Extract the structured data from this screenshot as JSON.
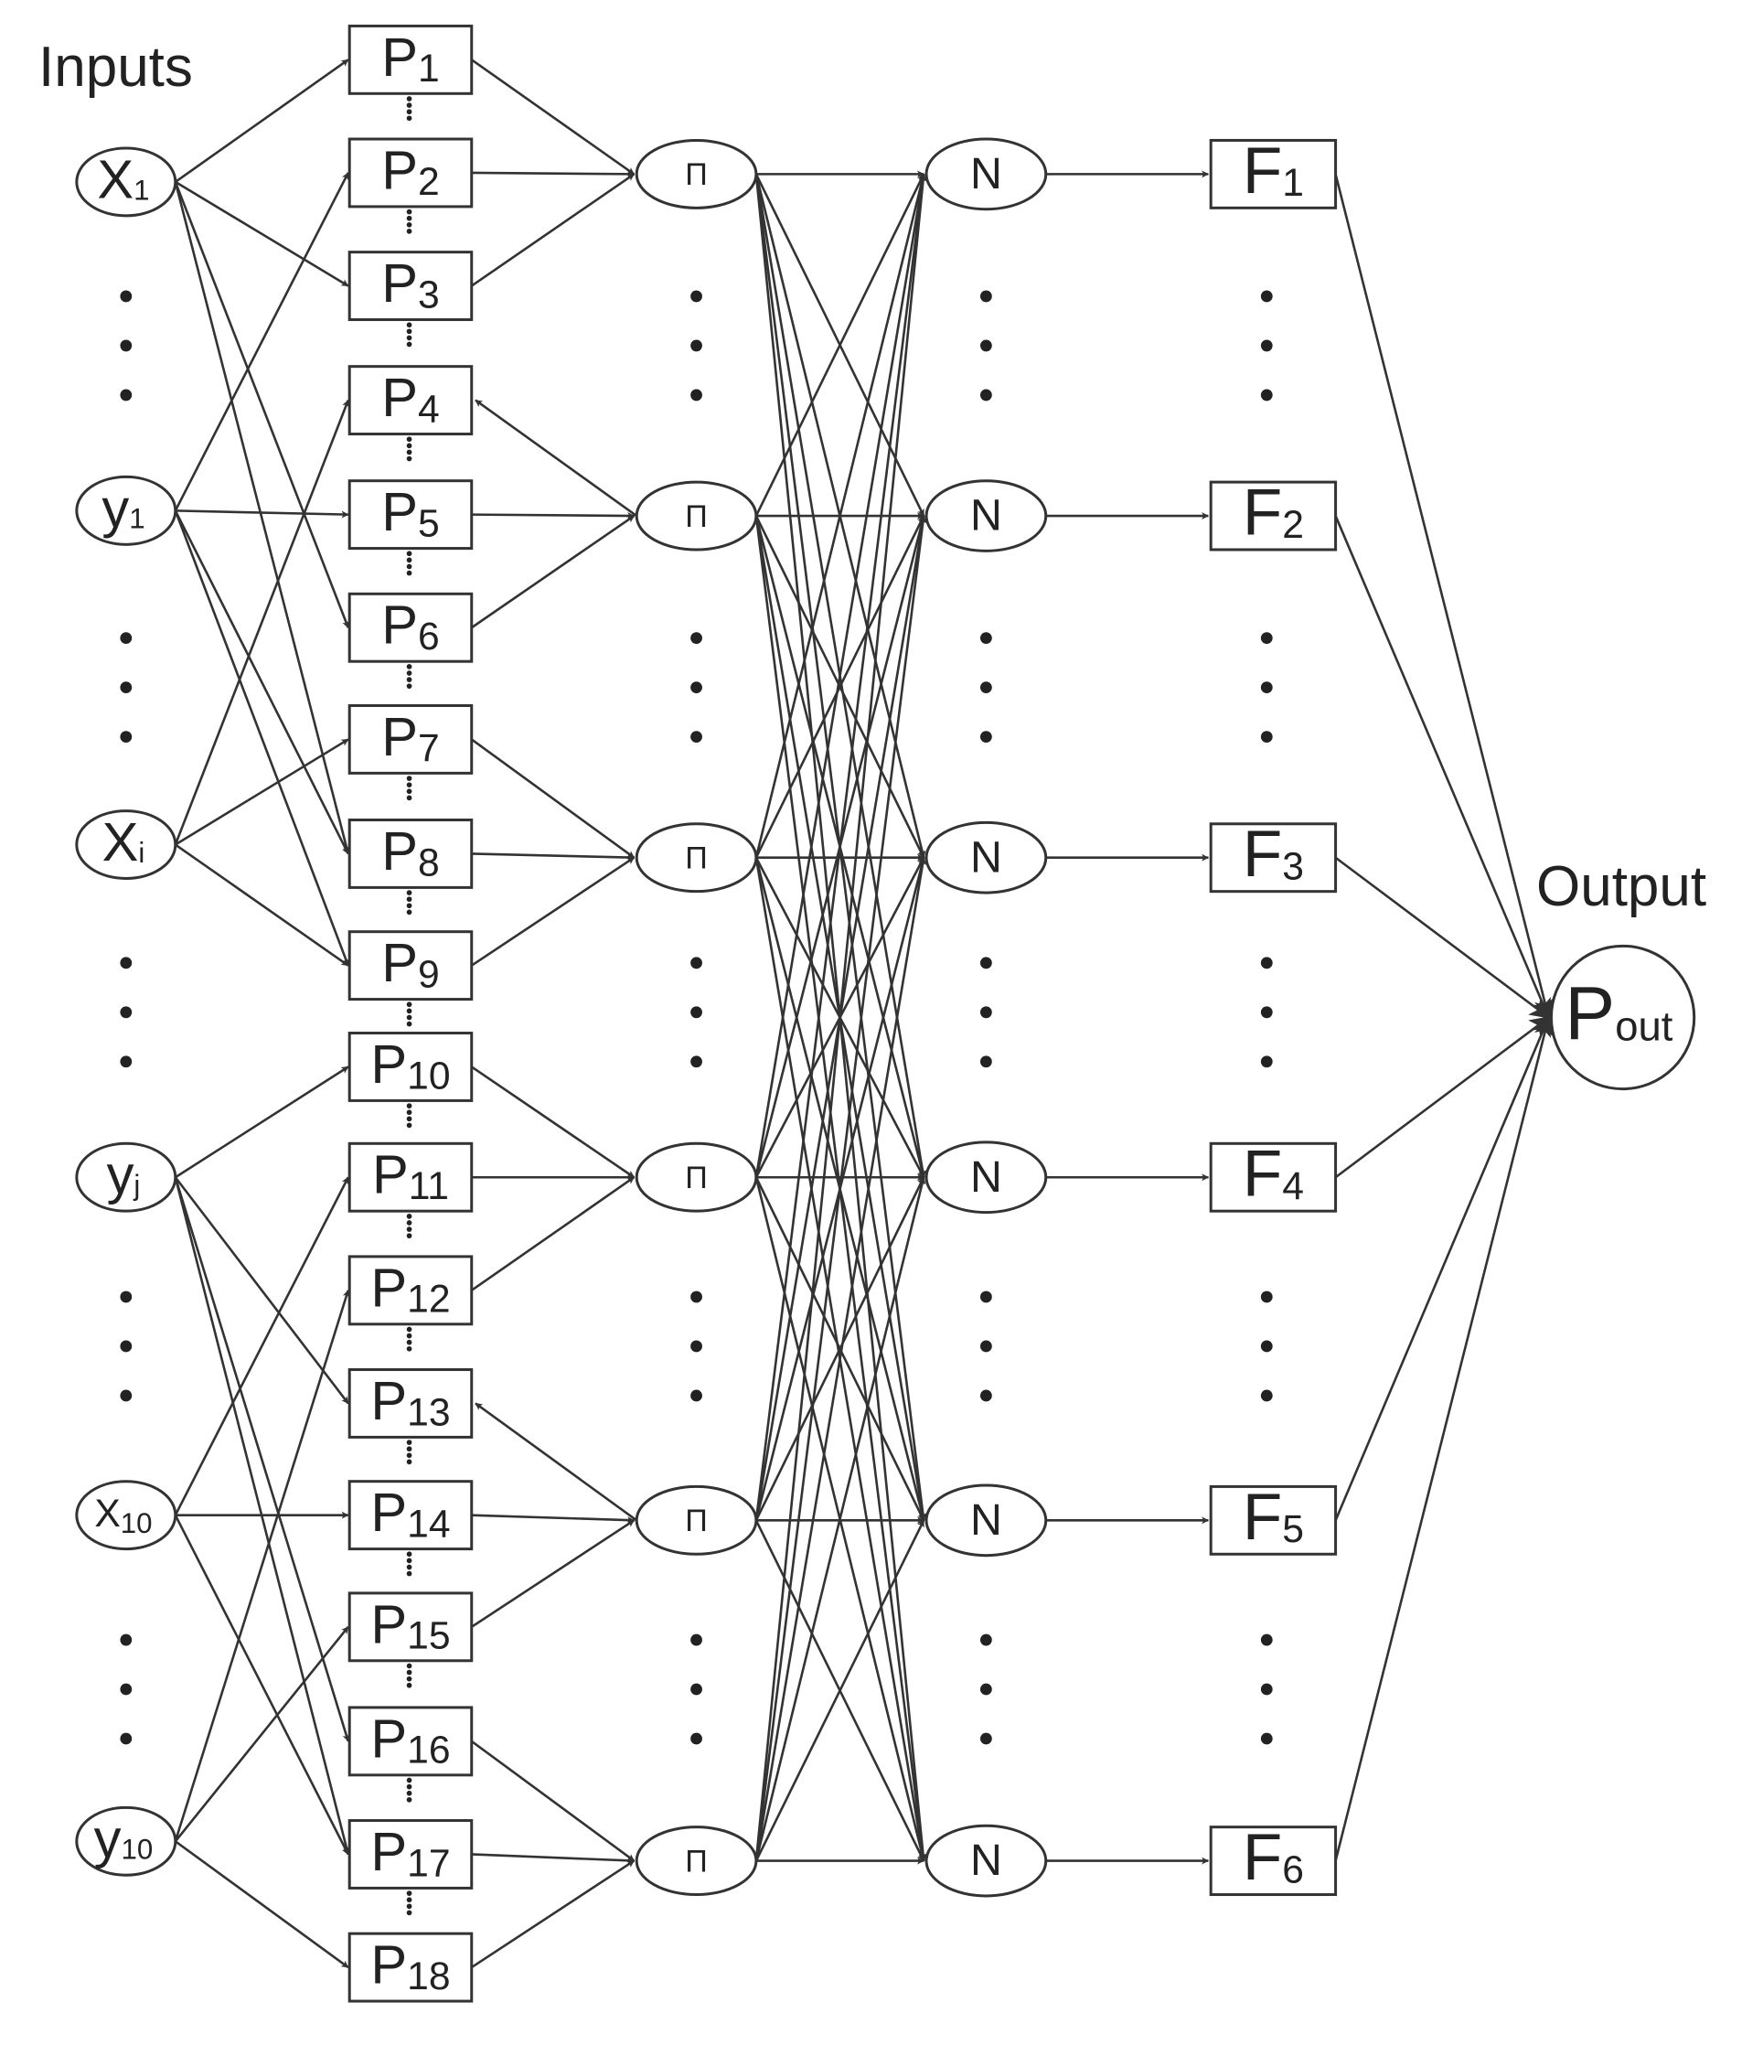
{
  "labels": {
    "inputs": "Inputs",
    "output": "Output"
  },
  "inputs": [
    {
      "id": "x1",
      "main": "X",
      "sub": "1"
    },
    {
      "id": "y1",
      "main": "y",
      "sub": "1"
    },
    {
      "id": "xi",
      "main": "X",
      "sub": "i"
    },
    {
      "id": "yj",
      "main": "y",
      "sub": "j"
    },
    {
      "id": "x10",
      "main": "X",
      "sub": "10"
    },
    {
      "id": "y10",
      "main": "y",
      "sub": "10"
    }
  ],
  "p_nodes": [
    {
      "main": "P",
      "sub": "1"
    },
    {
      "main": "P",
      "sub": "2"
    },
    {
      "main": "P",
      "sub": "3"
    },
    {
      "main": "P",
      "sub": "4"
    },
    {
      "main": "P",
      "sub": "5"
    },
    {
      "main": "P",
      "sub": "6"
    },
    {
      "main": "P",
      "sub": "7"
    },
    {
      "main": "P",
      "sub": "8"
    },
    {
      "main": "P",
      "sub": "9"
    },
    {
      "main": "P",
      "sub": "10"
    },
    {
      "main": "P",
      "sub": "11"
    },
    {
      "main": "P",
      "sub": "12"
    },
    {
      "main": "P",
      "sub": "13"
    },
    {
      "main": "P",
      "sub": "14"
    },
    {
      "main": "P",
      "sub": "15"
    },
    {
      "main": "P",
      "sub": "16"
    },
    {
      "main": "P",
      "sub": "17"
    },
    {
      "main": "P",
      "sub": "18"
    }
  ],
  "pi_nodes": [
    "Π",
    "Π",
    "Π",
    "Π",
    "Π",
    "Π"
  ],
  "n_nodes": [
    "N",
    "N",
    "N",
    "N",
    "N",
    "N"
  ],
  "f_nodes": [
    {
      "main": "F",
      "sub": "1"
    },
    {
      "main": "F",
      "sub": "2"
    },
    {
      "main": "F",
      "sub": "3"
    },
    {
      "main": "F",
      "sub": "4"
    },
    {
      "main": "F",
      "sub": "5"
    },
    {
      "main": "F",
      "sub": "6"
    }
  ],
  "output_node": {
    "main": "P",
    "sub": "out"
  },
  "connections": {
    "input_to_p": [
      [
        0,
        0
      ],
      [
        0,
        2
      ],
      [
        0,
        5
      ],
      [
        0,
        7
      ],
      [
        1,
        1
      ],
      [
        1,
        4
      ],
      [
        1,
        7
      ],
      [
        1,
        8
      ],
      [
        2,
        3
      ],
      [
        2,
        6
      ],
      [
        2,
        8
      ],
      [
        3,
        9
      ],
      [
        3,
        12
      ],
      [
        3,
        15
      ],
      [
        3,
        16
      ],
      [
        4,
        10
      ],
      [
        4,
        13
      ],
      [
        4,
        16
      ],
      [
        5,
        11
      ],
      [
        5,
        14
      ],
      [
        5,
        17
      ]
    ],
    "p_to_pi": [
      [
        0,
        0
      ],
      [
        1,
        0
      ],
      [
        2,
        0
      ],
      [
        4,
        1
      ],
      [
        5,
        1
      ],
      [
        6,
        2
      ],
      [
        7,
        2
      ],
      [
        8,
        2
      ],
      [
        9,
        3
      ],
      [
        10,
        3
      ],
      [
        11,
        3
      ],
      [
        13,
        4
      ],
      [
        14,
        4
      ],
      [
        15,
        5
      ],
      [
        16,
        5
      ],
      [
        17,
        5
      ]
    ],
    "pi_to_p": [
      [
        1,
        3
      ],
      [
        4,
        12
      ]
    ],
    "pi_to_n": "all",
    "n_to_f": "pairwise",
    "f_to_out": "all"
  }
}
